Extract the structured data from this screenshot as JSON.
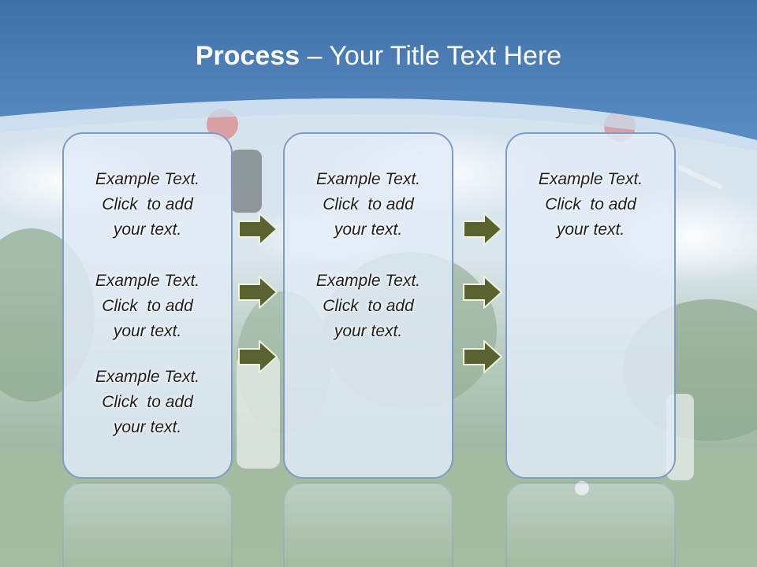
{
  "title": {
    "bold": "Process",
    "rest": " – Your Title Text Here"
  },
  "columns": [
    {
      "blocks": [
        {
          "lines": [
            "Example Text.",
            "Click  to add",
            "your text."
          ]
        },
        {
          "lines": [
            "Example Text.",
            "Click  to add",
            "your text."
          ]
        },
        {
          "lines": [
            "Example Text.",
            "Click  to add",
            "your text."
          ]
        }
      ]
    },
    {
      "blocks": [
        {
          "lines": [
            "Example Text.",
            "Click  to add",
            "your text."
          ]
        },
        {
          "lines": [
            "Example Text.",
            "Click  to add",
            "your text."
          ]
        }
      ]
    },
    {
      "blocks": [
        {
          "lines": [
            "Example Text.",
            "Click  to add",
            "your text."
          ]
        }
      ]
    }
  ],
  "icons": {
    "arrows": "right-arrow-icon",
    "background": "golf-course-photo"
  },
  "colors": {
    "sky_top": "#3f6fa8",
    "panel_border": "#7e9cc4",
    "arrow_fill": "#5a6330"
  }
}
